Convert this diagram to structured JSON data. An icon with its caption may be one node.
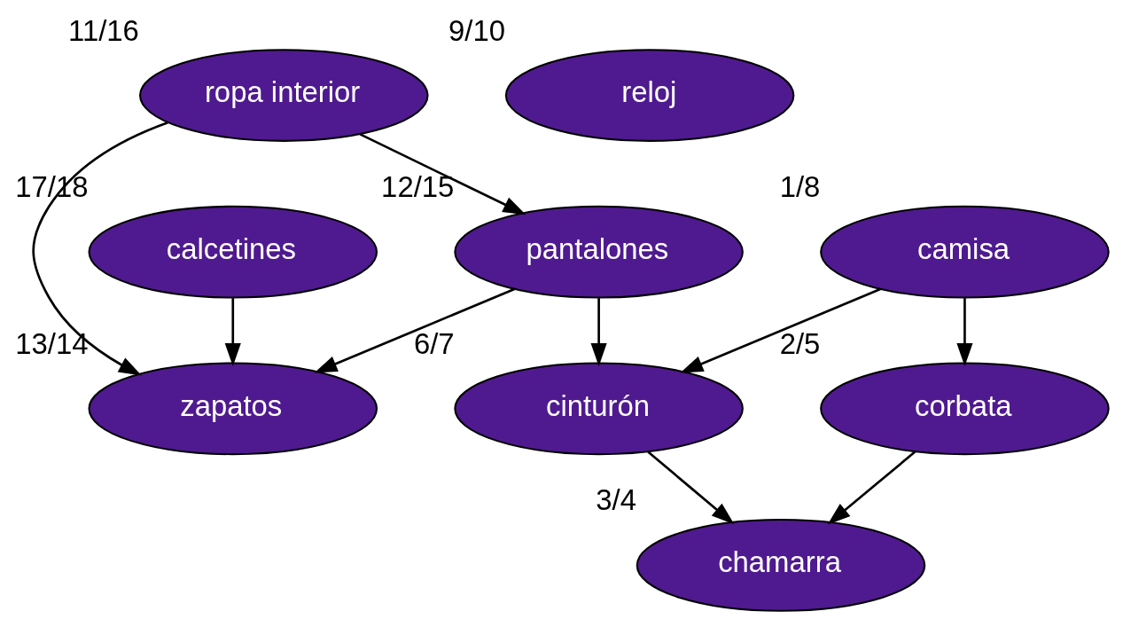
{
  "diagram": {
    "nodes": [
      {
        "text": [
          "ropa interior"
        ],
        "beside": [
          "11/16"
        ]
      },
      {
        "text": [
          "calcetines"
        ],
        "beside": [
          "17/18"
        ]
      },
      {
        "text": [
          "reloj"
        ],
        "beside": [
          "9/10"
        ]
      },
      {
        "text": [
          "pantalones"
        ],
        "beside": [
          "12/15"
        ]
      },
      {
        "text": [
          "zapatos"
        ],
        "beside": [
          "13/14"
        ]
      },
      {
        "text": [
          "camisa"
        ],
        "beside": [
          "1/8"
        ]
      },
      {
        "text": [
          "cinturón"
        ],
        "beside": [
          "6/7"
        ]
      },
      {
        "text": [
          "corbata"
        ],
        "beside": [
          "2/5"
        ]
      },
      {
        "text": [
          "chamarra"
        ],
        "beside": [
          "3/4"
        ]
      }
    ],
    "edges": [
      {
        "from": 0,
        "to": 3,
        "arrow": "to"
      },
      {
        "from": 0,
        "to": 4,
        "arrow": "to"
      },
      {
        "from": 1,
        "to": 4,
        "arrow": "to"
      },
      {
        "from": 3,
        "to": 4,
        "arrow": "to"
      },
      {
        "from": 3,
        "to": 6,
        "arrow": "to"
      },
      {
        "from": 5,
        "to": 6,
        "arrow": "to"
      },
      {
        "from": 5,
        "to": 7,
        "arrow": "to"
      },
      {
        "from": 6,
        "to": 8,
        "arrow": "to"
      },
      {
        "from": 7,
        "to": 8,
        "arrow": "to"
      }
    ]
  }
}
